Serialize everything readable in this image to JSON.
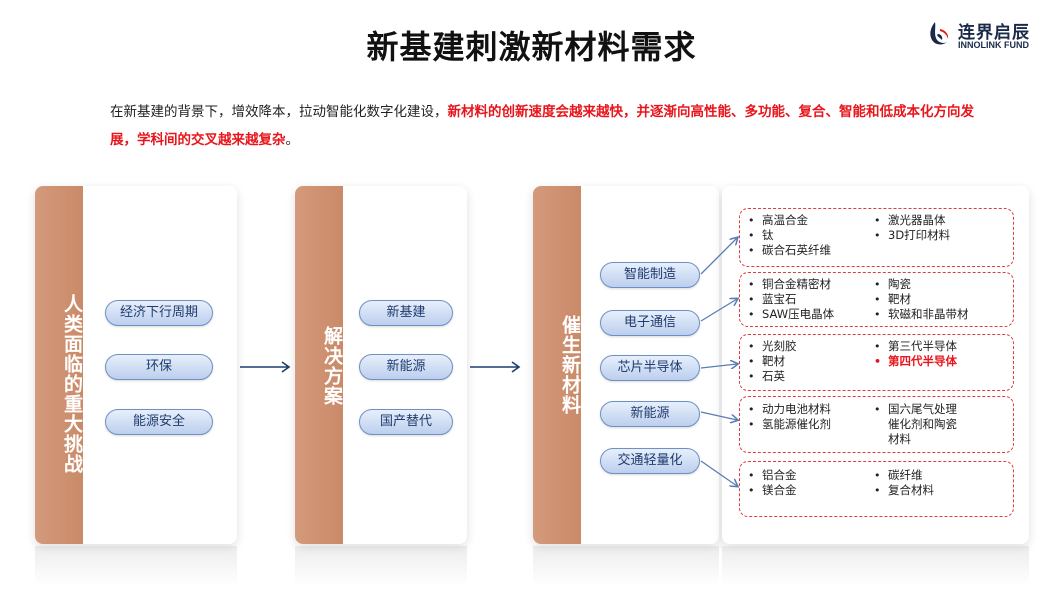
{
  "title": "新基建刺激新材料需求",
  "logo": {
    "cn": "连界启辰",
    "en": "INNOLINK FUND"
  },
  "intro": {
    "part1": "在新基建的背景下，增效降本，拉动智能化数字化建设，",
    "highlight": "新材料的创新速度会越来越快，并逐渐向高性能、多功能、复合、智能和低成本化方向发展，学科间的交叉越来越复杂",
    "end": "。"
  },
  "panel1": {
    "strip": "人类面临的重大挑战",
    "items": [
      "经济下行周期",
      "环保",
      "能源安全"
    ]
  },
  "panel2": {
    "strip": "解决方案",
    "items": [
      "新基建",
      "新能源",
      "国产替代"
    ]
  },
  "panel3": {
    "strip": "催生新材料",
    "categories": [
      "智能制造",
      "电子通信",
      "芯片半导体",
      "新能源",
      "交通轻量化"
    ],
    "groups": [
      {
        "left": [
          "高温合金",
          "钛",
          "碳合石英纤维"
        ],
        "right": [
          "激光器晶体",
          "3D打印材料"
        ]
      },
      {
        "left": [
          "铜合金精密材",
          "蓝宝石",
          "SAW压电晶体"
        ],
        "right": [
          "陶瓷",
          "靶材",
          "软磁和非晶带材"
        ]
      },
      {
        "left": [
          "光刻胶",
          "靶材",
          "石英"
        ],
        "right": [
          "第三代半导体",
          "第四代半导体"
        ]
      },
      {
        "left": [
          "动力电池材料",
          "氢能源催化剂"
        ],
        "right": [
          "国六尾气处理",
          "催化剂和陶瓷",
          "材料"
        ]
      },
      {
        "left": [
          "铝合金",
          "镁合金"
        ],
        "right": [
          "碳纤维",
          "复合材料"
        ]
      }
    ]
  },
  "colors": {
    "strip": "#cf9374",
    "pill_border": "#6f90c4",
    "pill_text": "#1f3b6e",
    "highlight": "#e8161c",
    "dashed_box": "#e23b3b"
  }
}
